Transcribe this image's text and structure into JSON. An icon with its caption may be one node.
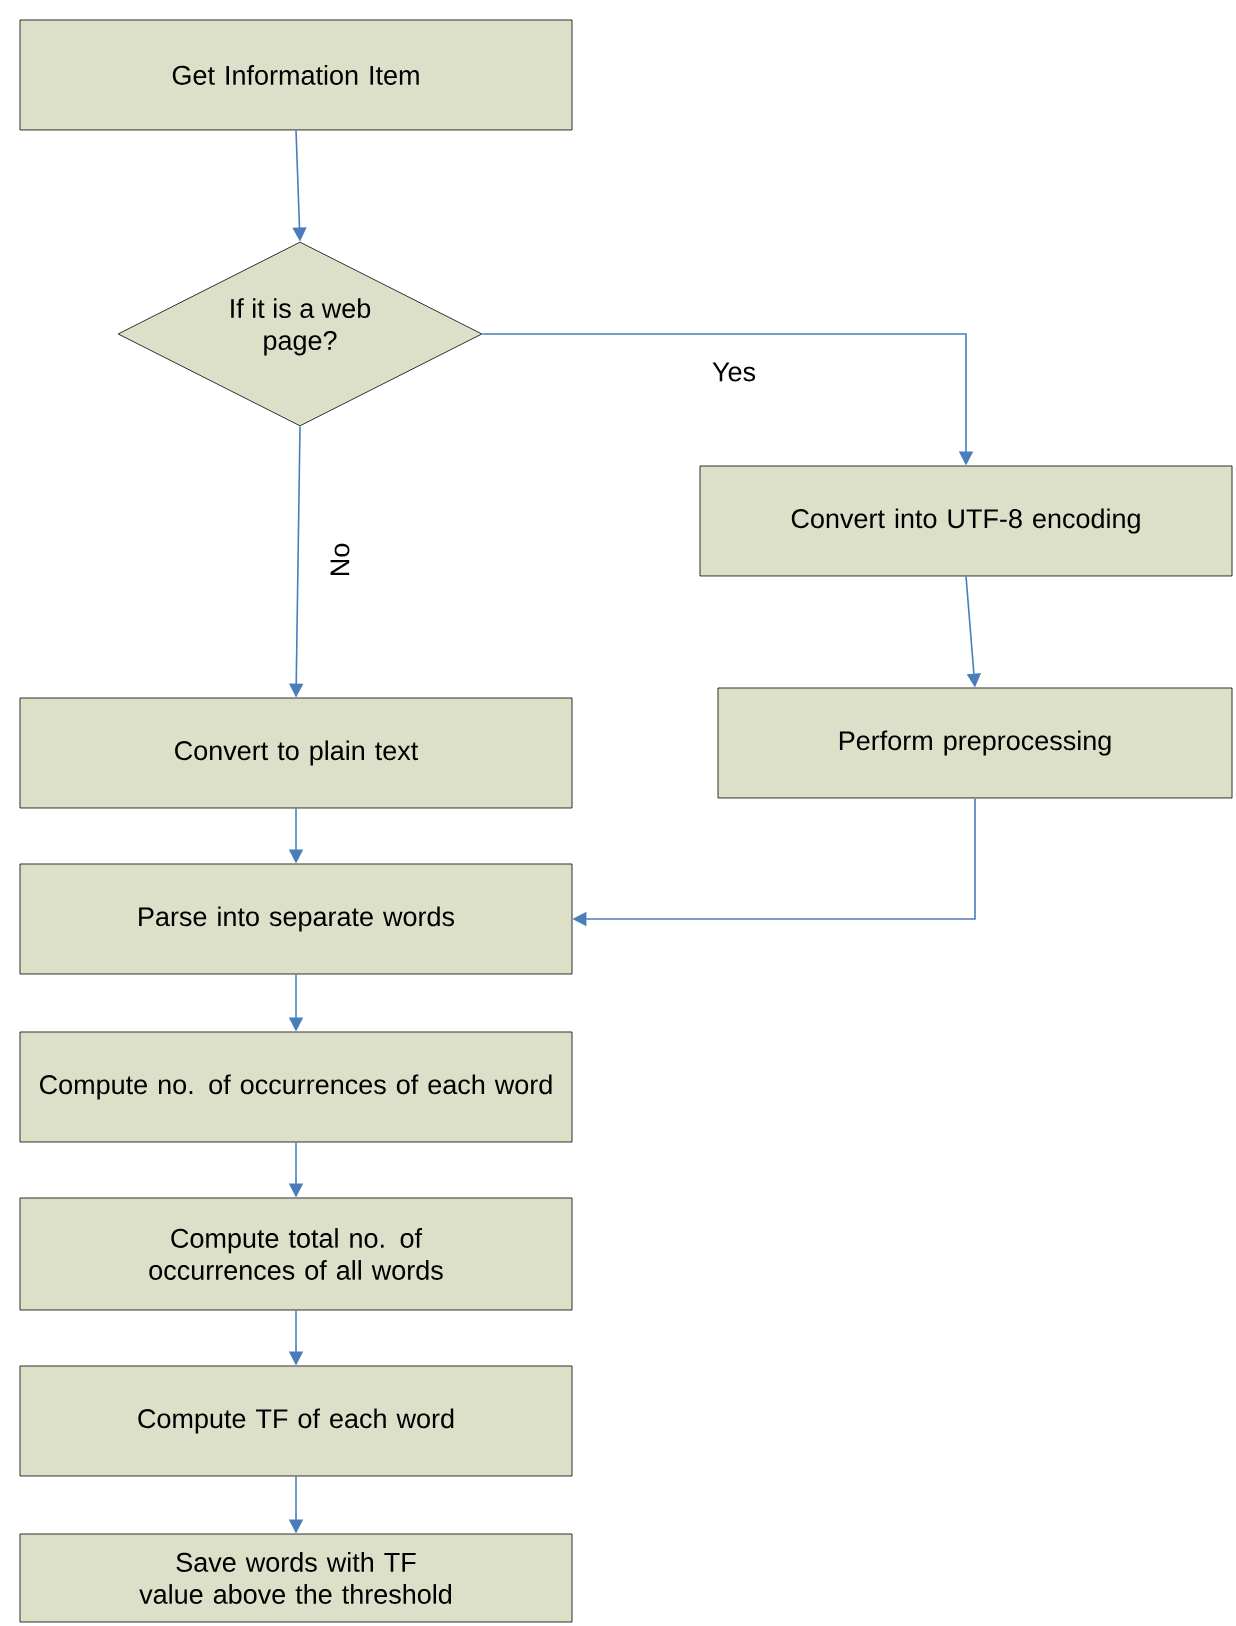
{
  "diagram": {
    "nodes": [
      {
        "text": [
          "Get Information Item"
        ]
      },
      {
        "text": [
          "If it is a web page?"
        ]
      },
      {
        "text": [
          "Convert into UTF-8 encoding"
        ]
      },
      {
        "text": [
          "Convert to plain text"
        ]
      },
      {
        "text": [
          "Perform preprocessing"
        ]
      },
      {
        "text": [
          "Parse into separate words"
        ]
      },
      {
        "text": [
          "Compute no. of occurrences of each word"
        ]
      },
      {
        "text": [
          "Compute total no. of occurrences of all words"
        ]
      },
      {
        "text": [
          "Compute TF of each word"
        ]
      },
      {
        "text": [
          "Save words with TF value above the threshold"
        ]
      }
    ],
    "edges": [
      {
        "from": 0,
        "to": 1,
        "arrow": "to"
      },
      {
        "from": 1,
        "to": 2,
        "arrow": "to",
        "label": "Yes"
      },
      {
        "from": 1,
        "to": 3,
        "arrow": "to",
        "label": "No"
      },
      {
        "from": 2,
        "to": 4,
        "arrow": "to"
      },
      {
        "from": 4,
        "to": 5,
        "arrow": "to"
      },
      {
        "from": 3,
        "to": 5,
        "arrow": "to"
      },
      {
        "from": 5,
        "to": 6,
        "arrow": "to"
      },
      {
        "from": 6,
        "to": 7,
        "arrow": "to"
      },
      {
        "from": 7,
        "to": 8,
        "arrow": "to"
      },
      {
        "from": 8,
        "to": 9,
        "arrow": "to"
      }
    ]
  }
}
